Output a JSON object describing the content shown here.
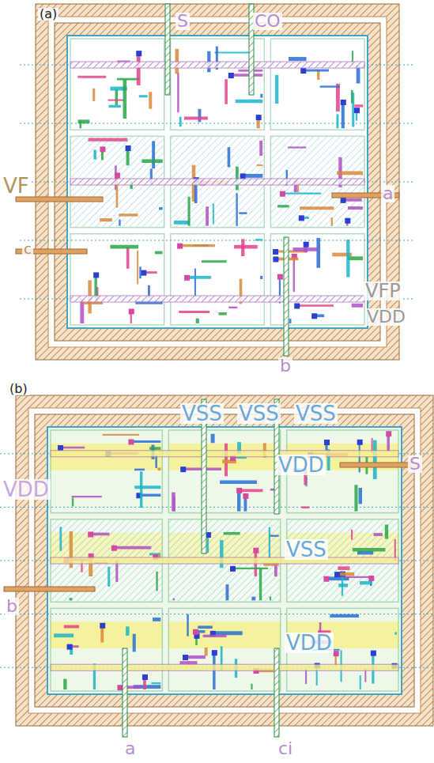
{
  "diagram": {
    "labels": [
      "(a)",
      "S",
      "CO",
      "VF",
      "a",
      "c",
      "VFP",
      "VDD",
      "b",
      "(b)",
      "VSS",
      "VSS",
      "VSS",
      "VDD",
      "VDD",
      "S",
      "VSS",
      "VDD",
      "b",
      "a",
      "ci"
    ]
  }
}
